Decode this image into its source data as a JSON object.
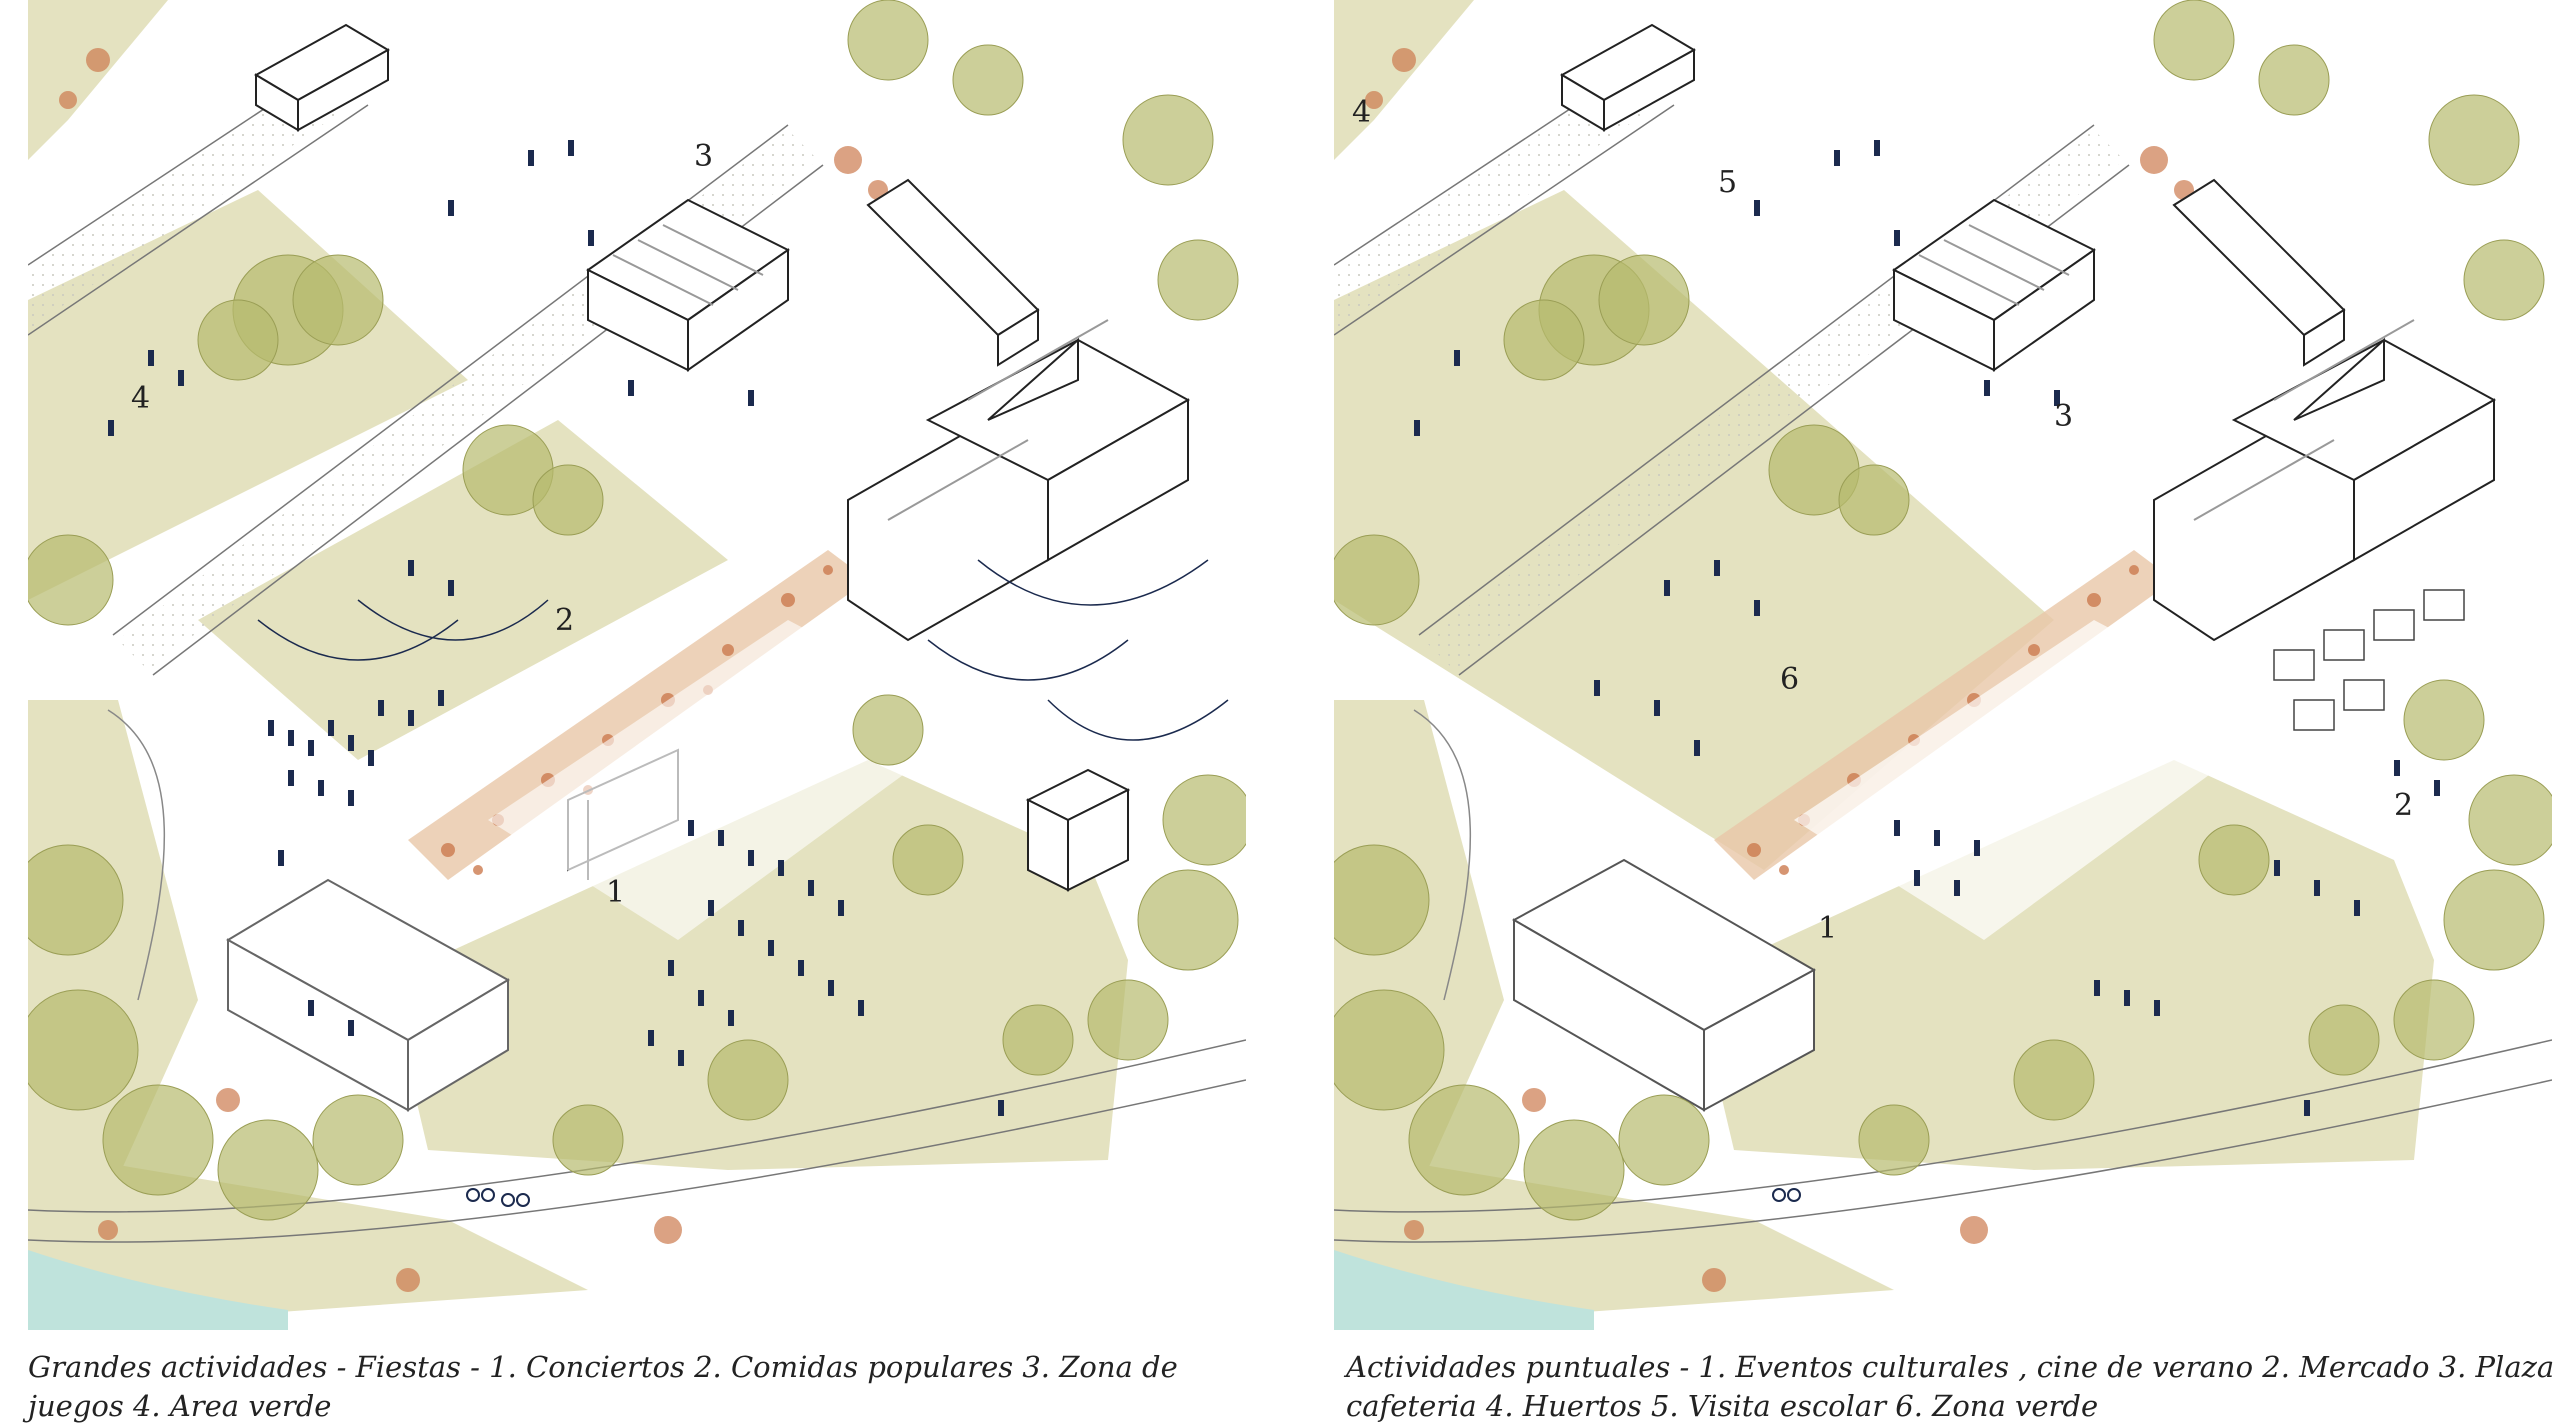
{
  "panels": [
    {
      "id": "left",
      "labels": {
        "l1": "1",
        "l2": "2",
        "l3": "3",
        "l4": "4"
      },
      "caption_line1": "Grandes actividades  - Fiestas - 1. Conciertos  2. Comidas populares 3. Zona de",
      "caption_line2": "juegos 4. Area verde"
    },
    {
      "id": "right",
      "labels": {
        "l1": "1",
        "l2": "2",
        "l3": "3",
        "l4": "4",
        "l5": "5",
        "l6": "6"
      },
      "caption_line1": "Actividades puntuales - 1. Eventos culturales , cine de verano 2. Mercado 3. Plaza",
      "caption_line2": "cafeteria 4. Huertos 5. Visita escolar 6. Zona verde"
    }
  ],
  "colors": {
    "lawn": "#e4e2c0",
    "tree": "#b7bb6e",
    "flowers": "#cc7b4f",
    "people": "#1b2a4e",
    "water": "#bfe3dc",
    "line": "#6b6b6b"
  },
  "icons": [
    "tree-icon",
    "person-icon",
    "building-icon",
    "bunting-icon",
    "bicycle-icon"
  ]
}
